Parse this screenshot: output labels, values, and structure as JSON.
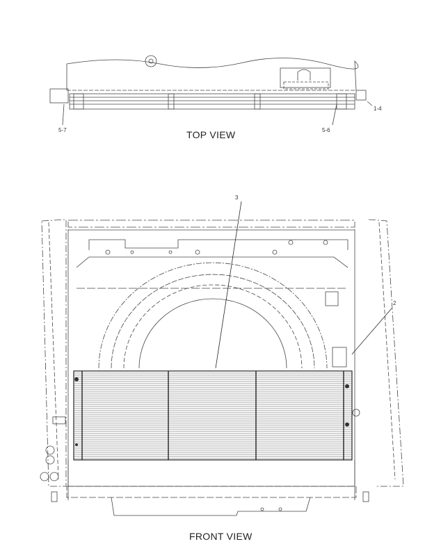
{
  "views": {
    "top": {
      "title": "TOP VIEW",
      "callouts": [
        {
          "id": "5-7",
          "label": "5-7"
        },
        {
          "id": "5-6",
          "label": "5-6"
        },
        {
          "id": "1-4",
          "label": "1-4"
        }
      ]
    },
    "front": {
      "title": "FRONT VIEW",
      "callouts": [
        {
          "id": "3",
          "label": "3"
        },
        {
          "id": "2",
          "label": "2"
        }
      ]
    }
  },
  "colors": {
    "line": "#444444",
    "fill": "#888888",
    "background": "#ffffff"
  }
}
